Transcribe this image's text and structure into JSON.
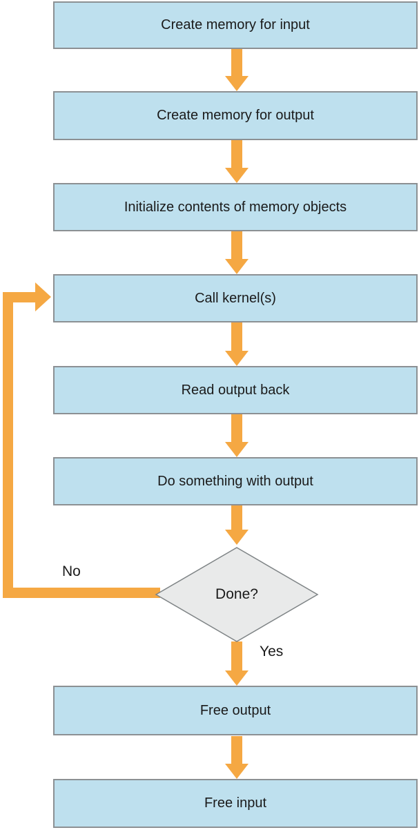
{
  "diagram": {
    "type": "flowchart",
    "nodes": [
      {
        "label": "Create memory for input",
        "shape": "process"
      },
      {
        "label": "Create memory for output",
        "shape": "process"
      },
      {
        "label": "Initialize contents of memory objects",
        "shape": "process"
      },
      {
        "label": "Call kernel(s)",
        "shape": "process"
      },
      {
        "label": "Read output back",
        "shape": "process"
      },
      {
        "label": "Do something with output",
        "shape": "process"
      },
      {
        "label": "Done?",
        "shape": "decision"
      },
      {
        "label": "Free output",
        "shape": "process"
      },
      {
        "label": "Free input",
        "shape": "process"
      }
    ],
    "edges": [
      {
        "from": "Create memory for input",
        "to": "Create memory for output",
        "label": ""
      },
      {
        "from": "Create memory for output",
        "to": "Initialize contents of memory objects",
        "label": ""
      },
      {
        "from": "Initialize contents of memory objects",
        "to": "Call kernel(s)",
        "label": ""
      },
      {
        "from": "Call kernel(s)",
        "to": "Read output back",
        "label": ""
      },
      {
        "from": "Read output back",
        "to": "Do something with output",
        "label": ""
      },
      {
        "from": "Do something with output",
        "to": "Done?",
        "label": ""
      },
      {
        "from": "Done?",
        "to": "Call kernel(s)",
        "label": "No"
      },
      {
        "from": "Done?",
        "to": "Free output",
        "label": "Yes"
      },
      {
        "from": "Free output",
        "to": "Free input",
        "label": ""
      }
    ],
    "colors": {
      "process_fill": "#bee0ee",
      "process_border": "#8c9093",
      "decision_fill": "#e9eaea",
      "decision_border": "#7f8486",
      "arrow": "#f5a843",
      "text": "#1a1a1a",
      "background": "#ffffff"
    }
  }
}
